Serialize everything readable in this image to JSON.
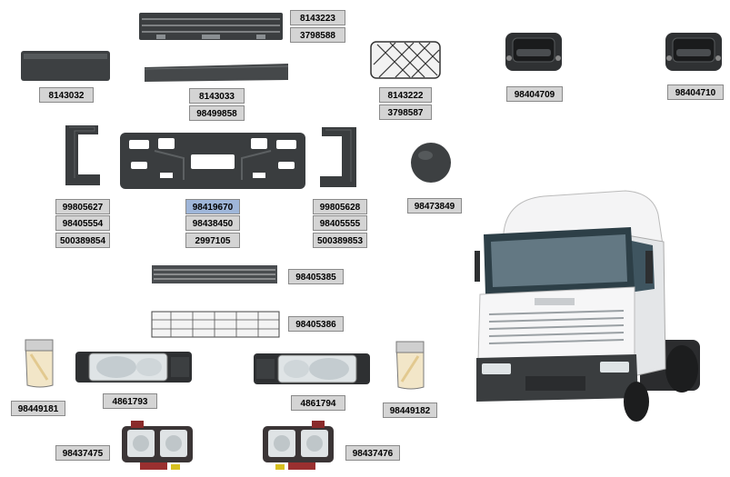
{
  "parts": {
    "grille_top": [
      "8143223",
      "3798588"
    ],
    "panel_left": [
      "8143032"
    ],
    "strip_center": [
      "8143033",
      "98499858"
    ],
    "mesh_small": [
      "8143222",
      "3798587"
    ],
    "handle_1": [
      "98404709"
    ],
    "handle_2": [
      "98404710"
    ],
    "bracket_left": [
      "99805627",
      "98405554",
      "500389854"
    ],
    "bumper_frame": [
      "98419670",
      "98438450",
      "2997105"
    ],
    "bracket_right": [
      "99805628",
      "98405555",
      "500389853"
    ],
    "round_cap": [
      "98473849"
    ],
    "grille_bottom_1": [
      "98405385"
    ],
    "grille_bottom_2": [
      "98405386"
    ],
    "corner_lamp_left": [
      "98449181"
    ],
    "headlamp_left": [
      "4861793"
    ],
    "headlamp_right": [
      "4861794"
    ],
    "corner_lamp_right": [
      "98449182"
    ],
    "foglamp_left": [
      "98437475"
    ],
    "foglamp_right": [
      "98437476"
    ]
  },
  "colors": {
    "label_bg": "#d4d4d4",
    "label_border": "#8a8a8a",
    "highlight": "#9fb6d9",
    "part_dark": "#3a3d3f"
  }
}
